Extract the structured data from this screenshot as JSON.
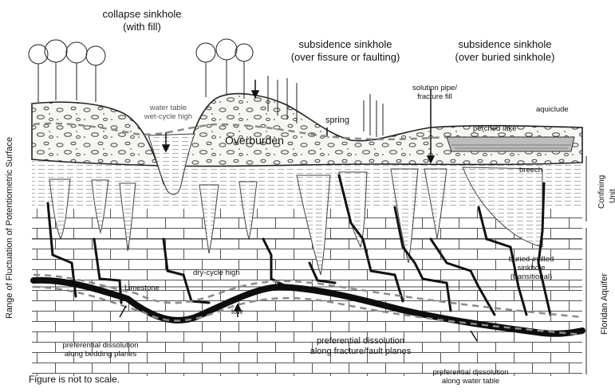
{
  "titles": {
    "collapse_line1": "collapse sinkhole",
    "collapse_line2": "(with fill)",
    "subsidence1_line1": "subsidence sinkhole",
    "subsidence1_line2": "(over fissure or faulting)",
    "subsidence2_line1": "subsidence sinkhole",
    "subsidence2_line2": "(over buried sinkhole)"
  },
  "labels": {
    "water_table_line1": "water table",
    "water_table_line2": "wet-cycle high",
    "spring": "spring",
    "overburden": "Overburden",
    "solution_pipe_line1": "solution pipe/",
    "solution_pipe_line2": "fracture fill",
    "aquiclude": "aquiclude",
    "perched_lake": "perched lake",
    "breech": "breech",
    "dry_cycle_high": "dry-cycle high",
    "limestone": "Limestone",
    "low": "low",
    "buried_line1": "buried-infilled",
    "buried_line2": "sinkhole",
    "buried_line3": "(transitional)",
    "bedding_line1": "preferential dissolution",
    "bedding_line2": "along bedding planes",
    "fracture_line1": "preferential dissolution",
    "fracture_line2": "along fracture/fault planes",
    "watertable_line1": "preferential dissolution",
    "watertable_line2": "along water table",
    "not_to_scale": "Figure is not to scale.",
    "fluctuation_axis": "Range of Fluctuation of Potentiometric Surface",
    "confining_unit": "Confining",
    "confining_unit_cut": "Unit",
    "floridan_aquifer": "Floridan Aquifer"
  },
  "colors": {
    "ink": "#111111",
    "water_table_dash": "#8a8a8a",
    "overburden_fill": "#f4f4f2",
    "lake_fill": "#bdbdbd"
  }
}
